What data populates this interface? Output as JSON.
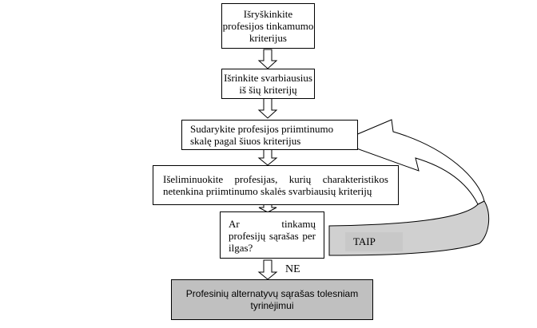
{
  "steps": [
    "Išryškinkite profesijos tinkamumo kriterijus",
    "Išrinkite svarbiausius iš šių kriterijų",
    "Sudarykite profesijos priimtinumo skalę pagal šiuos kriterijus",
    "Išeliminuokite profesijas, kurių charakteristikos netenkina priimtinumo skalės svarbiausių kriterijų",
    "Ar tinkamų profesijų sąrašas per ilgas?"
  ],
  "no_label": "NE",
  "yes_label": "TAIP",
  "result": "Profesinių alternatyvų sąrašas tolesniam tyrinėjimui",
  "colors": {
    "result_fill": "#c0c0c0",
    "loop_fill": "#d0d0d0"
  }
}
